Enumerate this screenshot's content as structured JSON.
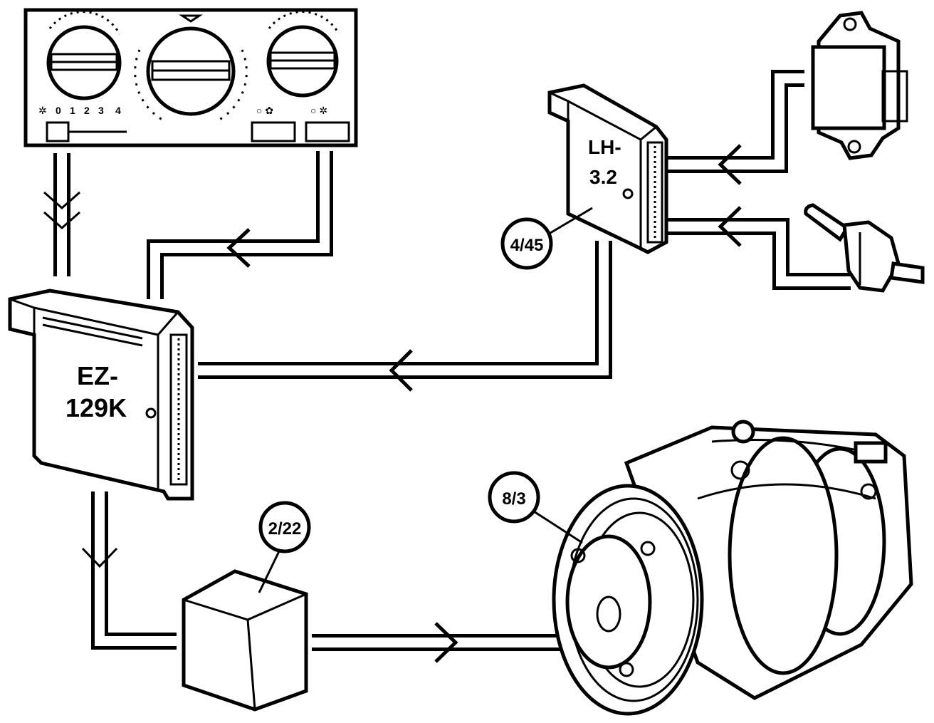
{
  "control_panel": {
    "fan_scale": [
      "0",
      "1",
      "2",
      "3",
      "4"
    ]
  },
  "modules": {
    "ignition_module_label_line1": "EZ-",
    "ignition_module_label_line2": "129K",
    "fuel_module_label_line1": "LH-",
    "fuel_module_label_line2": "3.2"
  },
  "callouts": {
    "fuel_module": "4/45",
    "relay": "2/22",
    "compressor": "8/3"
  },
  "colors": {
    "ink": "#000000",
    "paper": "#ffffff"
  }
}
